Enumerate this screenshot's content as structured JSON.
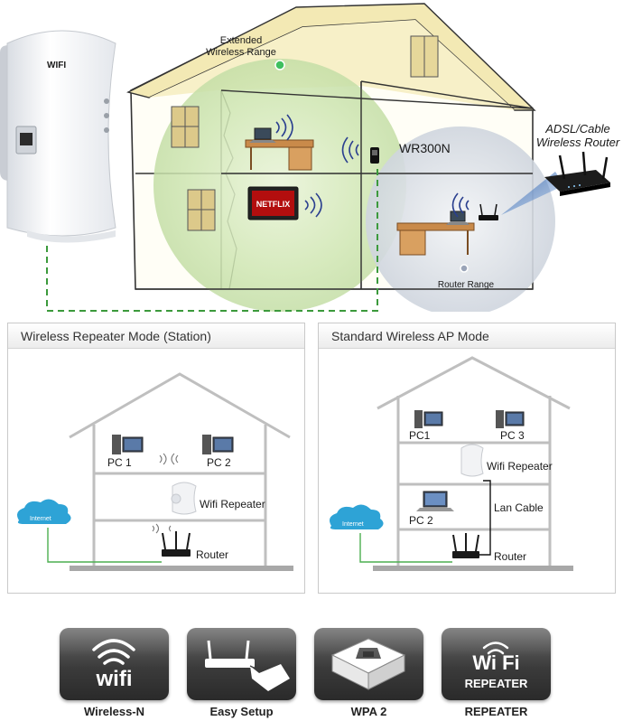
{
  "hero": {
    "extended_range_label": "Extended\nWireless Range",
    "wr300n_label": "WR300N",
    "router_title_line1": "ADSL/Cable",
    "router_title_line2": "Wireless Router",
    "router_range_label": "Router Range",
    "tv_brand": "NETFLIX",
    "device_logo": "WIFI",
    "colors": {
      "extended_range": "#cfe6b3",
      "router_range": "#d9dde5",
      "wall": "#fffef6",
      "roof": "#f3e9b4",
      "dashed_link": "#3c9a3c"
    }
  },
  "modes": {
    "repeater": {
      "title": "Wireless Repeater Mode (Station)",
      "pc1": "PC 1",
      "pc2": "PC 2",
      "repeater": "Wifi Repeater",
      "router": "Router",
      "internet": "Internet"
    },
    "ap": {
      "title": "Standard Wireless AP Mode",
      "pc1": "PC1",
      "pc3": "PC 3",
      "repeater": "Wifi Repeater",
      "pc2": "PC 2",
      "lan_cable": "Lan Cable",
      "router": "Router",
      "internet": "Internet"
    }
  },
  "features": [
    {
      "icon": "wifi-logo-icon",
      "badge": "wifi",
      "label": "Wireless-N"
    },
    {
      "icon": "easy-setup-icon",
      "badge": "",
      "label": "Easy Setup"
    },
    {
      "icon": "wpa2-lock-icon",
      "badge": "",
      "label": "WPA 2"
    },
    {
      "icon": "wifi-repeater-icon",
      "badge_line1": "Wi Fi",
      "badge_line2": "REPEATER",
      "label": "REPEATER"
    }
  ]
}
